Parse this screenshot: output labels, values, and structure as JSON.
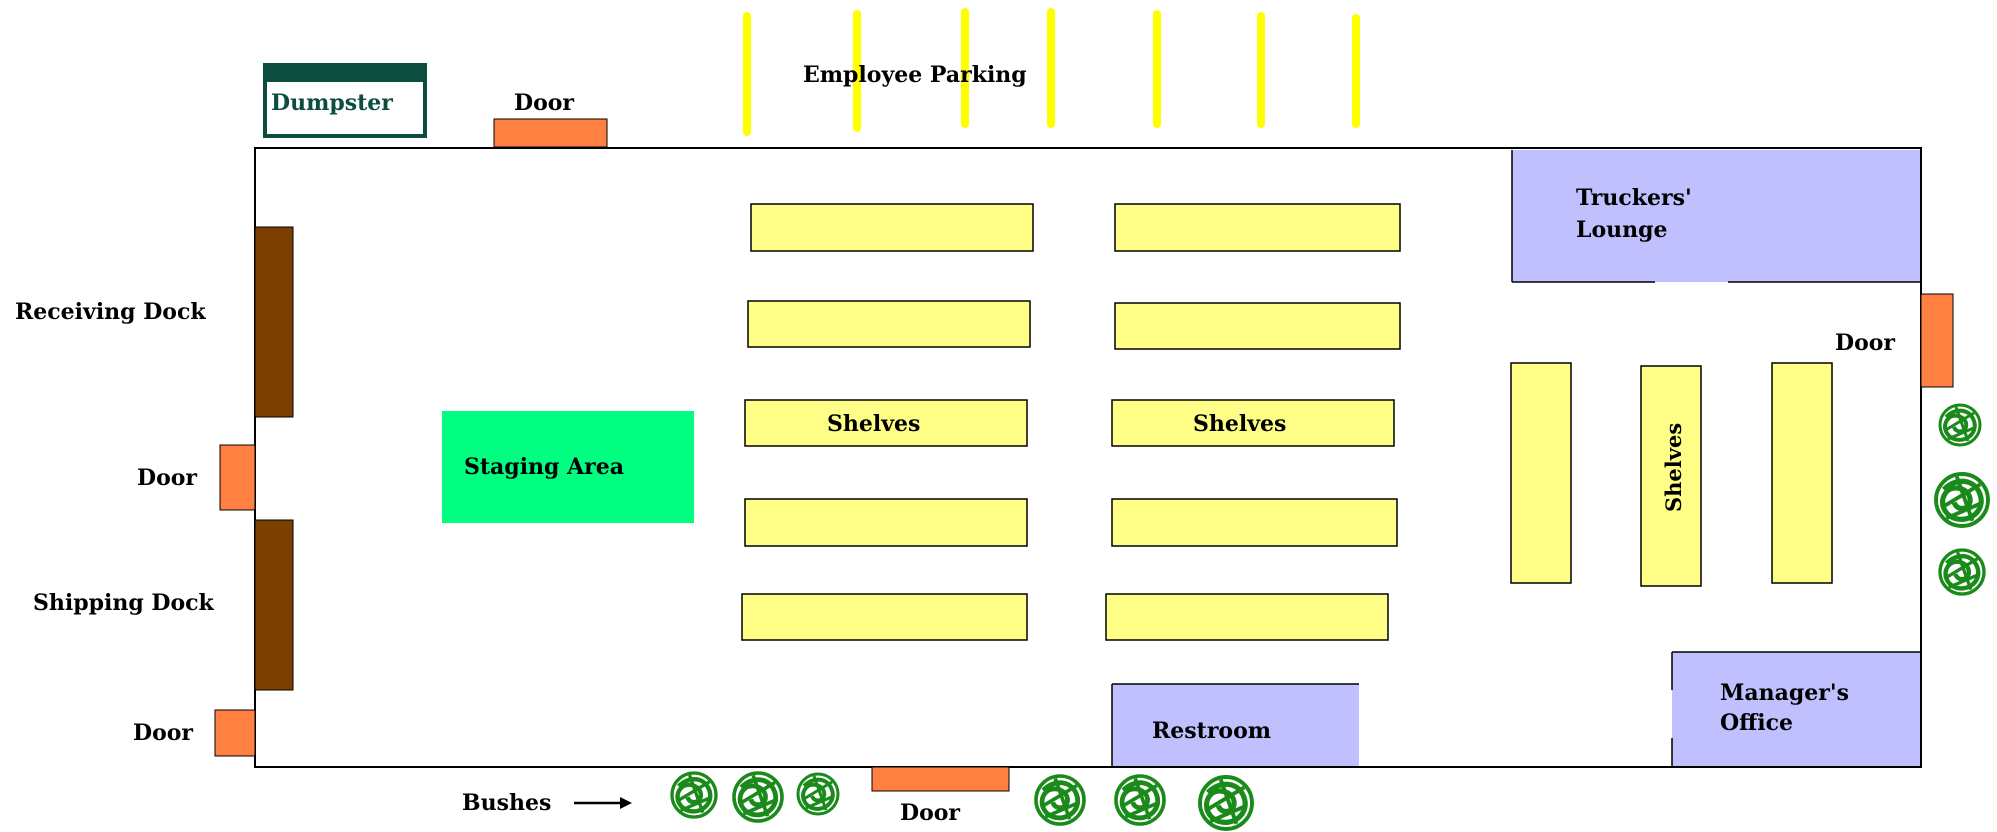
{
  "labels": {
    "employee_parking": "Employee Parking",
    "dumpster": "Dumpster",
    "door": "Door",
    "receiving_dock": "Receiving Dock",
    "shipping_dock": "Shipping Dock",
    "staging_area": "Staging Area",
    "shelves": "Shelves",
    "truckers_lounge_line1": "Truckers'",
    "truckers_lounge_line2": "Lounge",
    "managers_office_line1": "Manager's",
    "managers_office_line2": "Office",
    "restroom": "Restroom",
    "bushes": "Bushes"
  },
  "colors": {
    "shelf": "#ffff88",
    "door": "#ff8040",
    "dock": "#7b3f00",
    "staging": "#00ff80",
    "room": "#c0c0ff",
    "parking_line": "#ffff00",
    "bush": "#1a8a1a",
    "dumpster_border": "#0d4d40"
  },
  "icons": {
    "bush": "bush-icon",
    "arrow": "arrow-right-icon"
  }
}
